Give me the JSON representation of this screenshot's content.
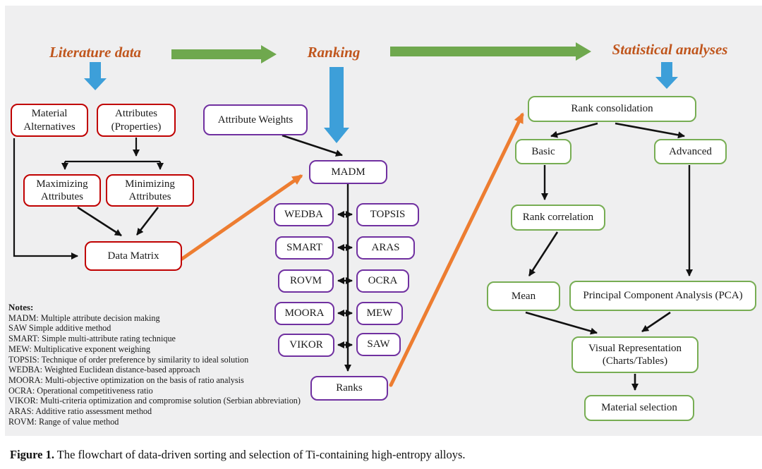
{
  "headings": {
    "literature_data": "Literature data",
    "ranking": "Ranking",
    "statistical_analyses": "Statistical analyses"
  },
  "nodes": {
    "material_alternatives": "Material\nAlternatives",
    "attributes_properties": "Attributes\n(Properties)",
    "maximizing_attributes": "Maximizing\nAttributes",
    "minimizing_attributes": "Minimizing\nAttributes",
    "data_matrix": "Data Matrix",
    "attribute_weights": "Attribute Weights",
    "madm": "MADM",
    "wedba": "WEDBA",
    "topsis": "TOPSIS",
    "smart": "SMART",
    "aras": "ARAS",
    "rovm": "ROVM",
    "ocra": "OCRA",
    "moora": "MOORA",
    "mew": "MEW",
    "vikor": "VIKOR",
    "saw": "SAW",
    "ranks": "Ranks",
    "rank_consolidation": "Rank consolidation",
    "basic": "Basic",
    "advanced": "Advanced",
    "rank_correlation": "Rank correlation",
    "mean": "Mean",
    "pca": "Principal Component Analysis (PCA)",
    "visual_representation": "Visual Representation\n(Charts/Tables)",
    "material_selection": "Material selection"
  },
  "notes": {
    "title": "Notes:",
    "lines": [
      "MADM: Multiple attribute decision making",
      "SAW Simple additive method",
      "SMART: Simple multi-attribute rating technique",
      "MEW: Multiplicative exponent weighing",
      "TOPSIS: Technique of order preference by similarity to ideal solution",
      "WEDBA: Weighted Euclidean distance-based approach",
      "MOORA: Multi-objective optimization on the basis of ratio analysis",
      "OCRA: Operational competitiveness ratio",
      "VIKOR: Multi-criteria optimization and compromise solution (Serbian abbreviation)",
      "ARAS: Additive ratio assessment method",
      "ROVM: Range of value method"
    ]
  },
  "caption": {
    "label": "Figure 1.",
    "text": " The flowchart of data-driven sorting and selection of Ti-containing high-entropy alloys."
  },
  "colors": {
    "heading_text": "#c0561d",
    "red_border": "#c00000",
    "purple_border": "#7030a0",
    "green_border": "#77ad53",
    "green_arrow": "#6fa84e",
    "blue_arrow": "#3d9fd9",
    "orange_arrow": "#ed7d31",
    "black_arrow": "#111111",
    "panel_background": "#efeff0"
  }
}
